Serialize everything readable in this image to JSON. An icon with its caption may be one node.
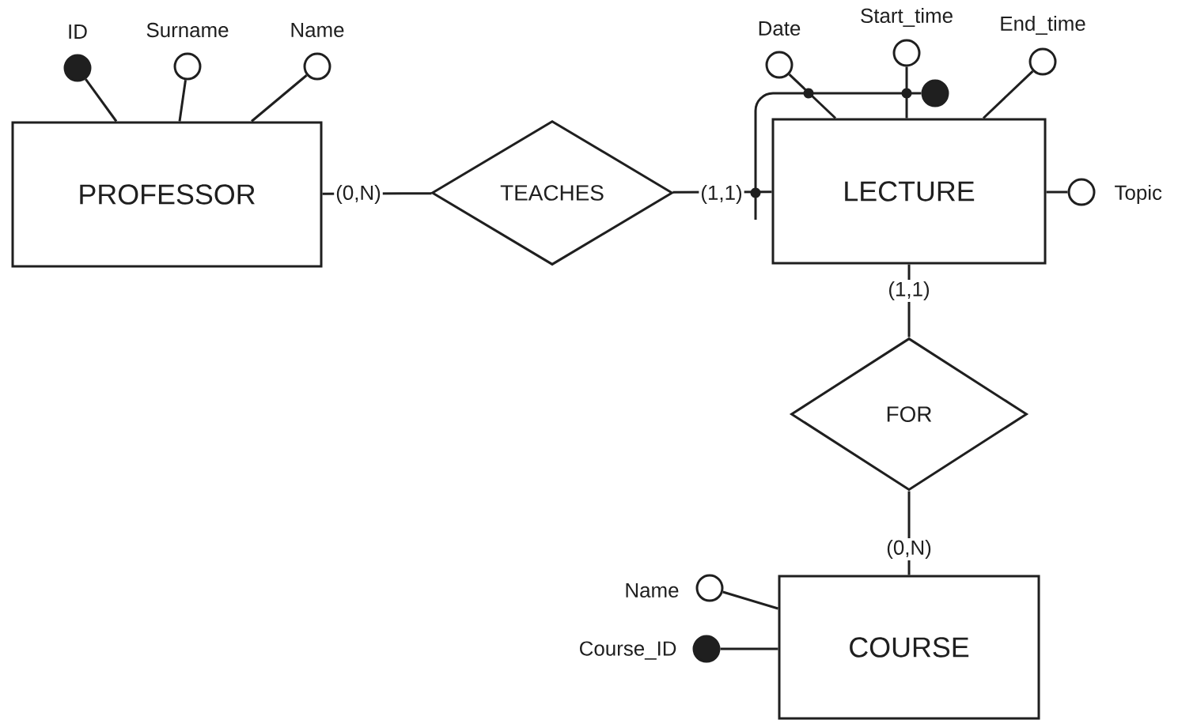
{
  "diagram": {
    "nodes": [
      {
        "text": [
          "PROFESSOR"
        ]
      },
      {
        "text": [
          "TEACHES"
        ]
      },
      {
        "text": [
          "LECTURE"
        ]
      },
      {
        "text": [
          "FOR"
        ]
      },
      {
        "text": [
          "COURSE"
        ]
      },
      {
        "text": [],
        "shape": "dot",
        "beside": [
          "ID"
        ]
      },
      {
        "text": [],
        "shape": "circle",
        "beside": [
          "Surname"
        ]
      },
      {
        "text": [],
        "shape": "circle",
        "beside": [
          "Name"
        ]
      },
      {
        "text": [],
        "shape": "circle",
        "beside": [
          "Date"
        ]
      },
      {
        "text": [],
        "shape": "circle",
        "beside": [
          "Start_time"
        ]
      },
      {
        "text": [],
        "shape": "circle",
        "beside": [
          "End_time"
        ]
      },
      {
        "text": [],
        "shape": "circle",
        "beside": [
          "Topic"
        ]
      },
      {
        "text": [],
        "shape": "circle",
        "beside": [
          "Name"
        ]
      },
      {
        "text": [],
        "shape": "dot",
        "beside": [
          "Course_ID"
        ]
      },
      {
        "text": [],
        "shape": "dot"
      }
    ],
    "edges": [
      {
        "from": 0,
        "to": 1,
        "arrow": "none",
        "label": "(0,N)"
      },
      {
        "from": 1,
        "to": 2,
        "arrow": "none",
        "label": "(1,1)"
      },
      {
        "from": 2,
        "to": 3,
        "arrow": "none",
        "label": "(1,1)"
      },
      {
        "from": 3,
        "to": 4,
        "arrow": "none",
        "label": "(0,N)"
      },
      {
        "from": 5,
        "to": 0,
        "arrow": "none"
      },
      {
        "from": 6,
        "to": 0,
        "arrow": "none"
      },
      {
        "from": 7,
        "to": 0,
        "arrow": "none"
      },
      {
        "from": 8,
        "to": 2,
        "arrow": "none"
      },
      {
        "from": 9,
        "to": 2,
        "arrow": "none"
      },
      {
        "from": 10,
        "to": 2,
        "arrow": "none"
      },
      {
        "from": 11,
        "to": 2,
        "arrow": "none"
      },
      {
        "from": 12,
        "to": 4,
        "arrow": "none"
      },
      {
        "from": 13,
        "to": 4,
        "arrow": "none"
      },
      {
        "from": 14,
        "to": null,
        "arrow": "none"
      }
    ]
  }
}
